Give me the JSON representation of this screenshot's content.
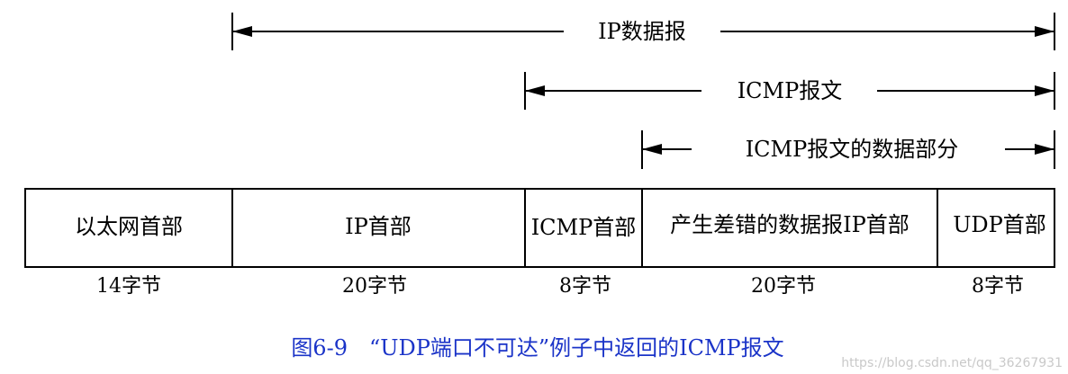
{
  "spans": {
    "ip_datagram": "IP数据报",
    "icmp_message": "ICMP报文",
    "icmp_data": "ICMP报文的数据部分"
  },
  "segments": [
    {
      "label": "以太网首部",
      "size": "14字节"
    },
    {
      "label": "IP首部",
      "size": "20字节"
    },
    {
      "label": "ICMP首部",
      "size": "8字节"
    },
    {
      "label": "产生差错的数据报IP首部",
      "size": "20字节"
    },
    {
      "label": "UDP首部",
      "size": "8字节"
    }
  ],
  "caption": "图6-9　“UDP端口不可达”例子中返回的ICMP报文",
  "watermark": "https://blog.csdn.net/qq_36267931",
  "colors": {
    "caption": "#1b34c8",
    "line": "#000000",
    "watermark": "#c9c9c9"
  }
}
